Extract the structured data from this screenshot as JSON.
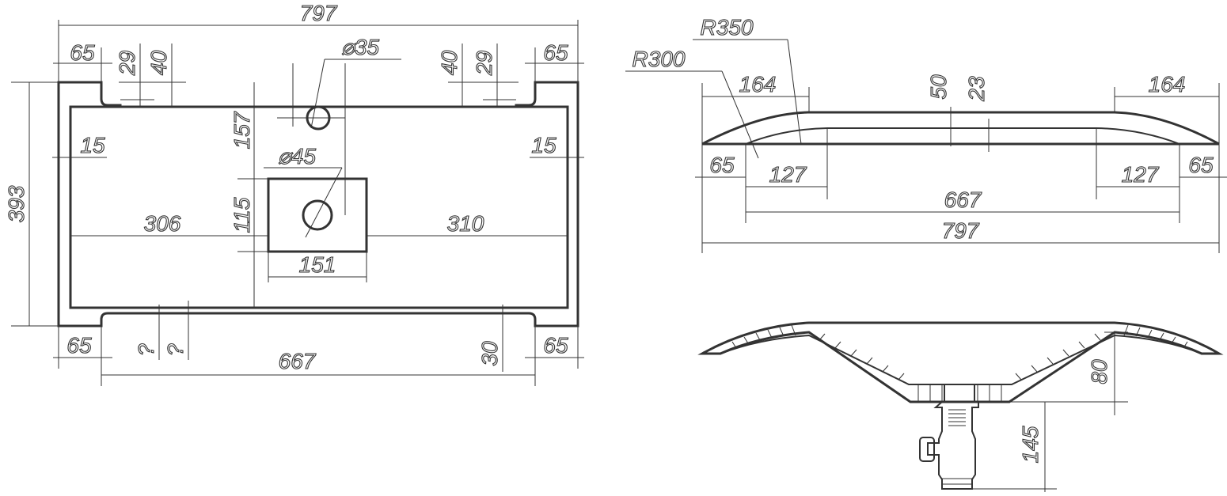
{
  "top_view": {
    "overall_width": "797",
    "overall_height": "393",
    "left_margin": "65",
    "right_margin": "65",
    "left_29": "29",
    "left_40": "40",
    "right_40": "40",
    "right_29": "29",
    "hole_small": "⌀35",
    "hole_large": "⌀45",
    "dim_157": "157",
    "dim_115": "115",
    "dim_15_left": "15",
    "dim_15_right": "15",
    "dim_306": "306",
    "dim_310": "310",
    "dim_151": "151",
    "bottom_left_65": "65",
    "bottom_right_65": "65",
    "bottom_q1": "?",
    "bottom_q2": "?",
    "bottom_667": "667",
    "bottom_30": "30"
  },
  "side_view": {
    "r350": "R350",
    "r300": "R300",
    "left_164": "164",
    "right_164": "164",
    "dim_50": "50",
    "dim_23": "23",
    "left_65": "65",
    "left_127": "127",
    "right_127": "127",
    "right_65": "65",
    "dim_667": "667",
    "dim_797": "797"
  },
  "section_view": {
    "dim_80": "80",
    "dim_145": "145"
  }
}
